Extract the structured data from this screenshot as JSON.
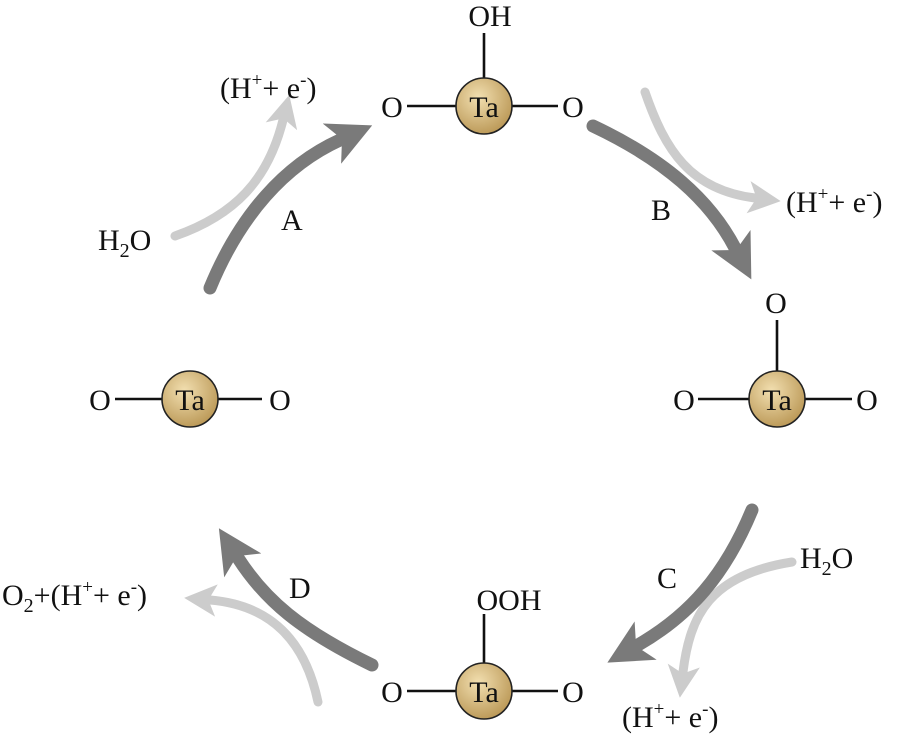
{
  "colors": {
    "ta_fill_center": "#f2dfb0",
    "ta_fill_edge": "#b99654",
    "main_arrow": "#7a7a7a",
    "side_arrow": "#cccccc",
    "step_label": "#8b1a2b",
    "text": "#111111"
  },
  "species": {
    "ta_left": {
      "metal": "Ta",
      "left": "O",
      "right": "O"
    },
    "ta_top": {
      "metal": "Ta",
      "left": "O",
      "right": "O",
      "up": "OH"
    },
    "ta_right": {
      "metal": "Ta",
      "left": "O",
      "right": "O",
      "up": "O"
    },
    "ta_bottom": {
      "metal": "Ta",
      "left": "O",
      "right": "O",
      "up": "OOH"
    }
  },
  "steps": {
    "A": "A",
    "B": "B",
    "C": "C",
    "D": "D"
  },
  "reactants": {
    "A_in": {
      "main": "H",
      "sub": "2",
      "rest": "O"
    },
    "A_out": {
      "open": "(H",
      "sup1": "+",
      "mid": "+ e",
      "sup2": "-",
      "close": ")"
    },
    "B_out": {
      "open": "(H",
      "sup1": "+",
      "mid": "+ e",
      "sup2": "-",
      "close": ")"
    },
    "C_in": {
      "main": "H",
      "sub": "2",
      "rest": "O"
    },
    "C_out": {
      "open": "(H",
      "sup1": "+",
      "mid": "+ e",
      "sup2": "-",
      "close": ")"
    },
    "D_out": {
      "pre": "O",
      "presub": "2",
      "open": "+(H",
      "sup1": "+",
      "mid": "+ e",
      "sup2": "-",
      "close": ")"
    }
  }
}
